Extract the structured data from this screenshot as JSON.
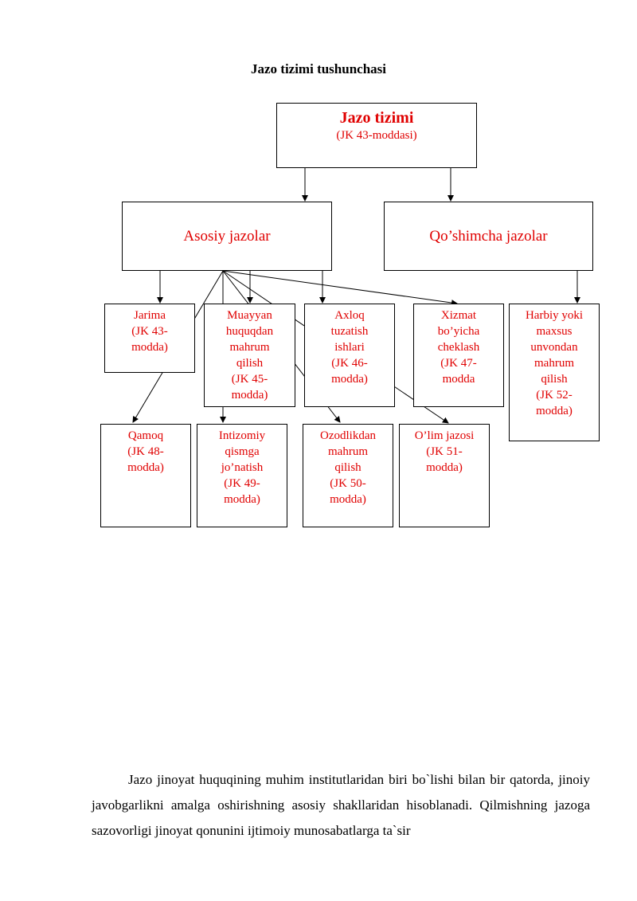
{
  "page": {
    "title": "Jazo tizimi tushunchasi"
  },
  "diagram": {
    "accent_color": "#e00000",
    "root": {
      "title": "Jazo tizimi",
      "subtitle": "(JK 43-moddasi)"
    },
    "main_left": "Asosiy jazolar",
    "main_right": "Qo’shimcha jazolar",
    "row1": [
      {
        "id": "jarima",
        "lines": [
          "Jarima",
          "(JK 43-",
          "modda)"
        ]
      },
      {
        "id": "muayyan",
        "lines": [
          "Muayyan",
          "huquqdan",
          "mahrum",
          "qilish",
          "(JK 45-",
          "modda)"
        ]
      },
      {
        "id": "axloq",
        "lines": [
          "Axloq",
          "tuzatish",
          "ishlari",
          "(JK 46-",
          "modda)"
        ]
      },
      {
        "id": "xizmat",
        "lines": [
          "Xizmat",
          "bo’yicha",
          "cheklash",
          "(JK 47-",
          "modda"
        ]
      },
      {
        "id": "harbiy",
        "lines": [
          "Harbiy yoki",
          "maxsus",
          "unvondan",
          "mahrum",
          "qilish",
          "(JK 52-",
          "modda)"
        ]
      }
    ],
    "row2": [
      {
        "id": "qamoq",
        "lines": [
          "Qamoq",
          "(JK 48-",
          "modda)"
        ]
      },
      {
        "id": "intizomiy",
        "lines": [
          "Intizomiy",
          "qismga",
          "jo’natish",
          "(JK 49-",
          "modda)"
        ]
      },
      {
        "id": "ozodlik",
        "lines": [
          "Ozodlikdan",
          "mahrum",
          "qilish",
          "(JK 50-",
          "modda)"
        ]
      },
      {
        "id": "olim",
        "lines": [
          "O’lim jazosi",
          "(JK 51-",
          "modda)"
        ]
      }
    ]
  },
  "body_text": {
    "paragraph": "Jazo jinoyat huquqining muhim institutlaridan biri bo`lishi bilan bir qatorda, jinoiy javobgarlikni amalga oshirishning asosiy shakllaridan hisoblanadi. Qilmishning jazoga sazovorligi jinoyat qonunini ijtimoiy munosabatlarga ta`sir"
  }
}
